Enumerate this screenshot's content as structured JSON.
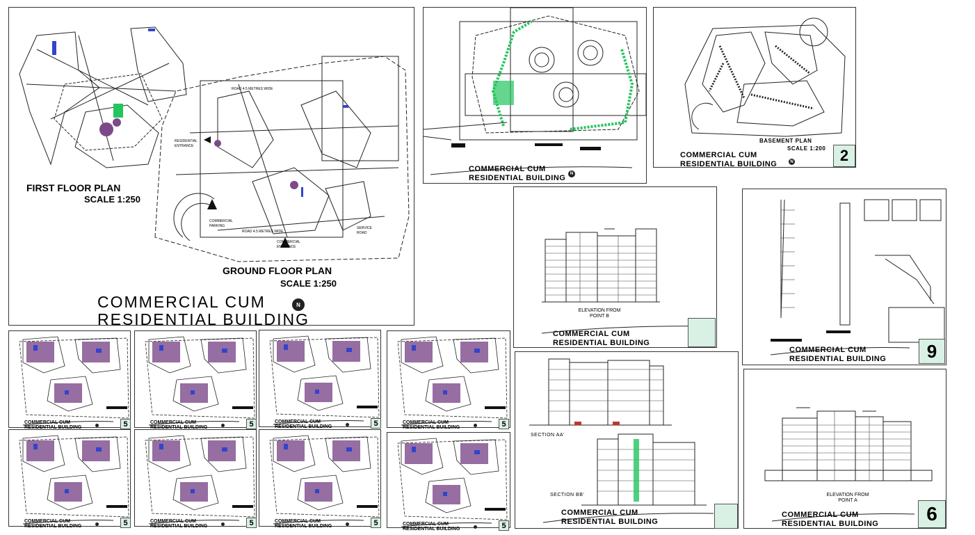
{
  "main_sheet": {
    "first_floor_label": "FIRST FLOOR PLAN",
    "first_floor_scale": "SCALE 1:250",
    "ground_floor_label": "GROUND FLOOR PLAN",
    "ground_floor_scale": "SCALE 1:250",
    "title_line1": "COMMERCIAL CUM",
    "title_line2": "RESIDENTIAL BUILDING"
  },
  "site_sheet": {
    "title_line1": "COMMERCIAL CUM",
    "title_line2": "RESIDENTIAL BUILDING"
  },
  "basement_sheet": {
    "plan_label": "BASEMENT PLAN",
    "scale": "SCALE 1:200",
    "title_line1": "COMMERCIAL CUM",
    "title_line2": "RESIDENTIAL BUILDING",
    "sheet_number": "2"
  },
  "elevation_b_sheet": {
    "caption_line1": "ELEVATION FROM",
    "caption_line2": "POINT B",
    "title_line1": "COMMERCIAL CUM",
    "title_line2": "RESIDENTIAL BUILDING"
  },
  "details_sheet": {
    "title_line1": "COMMERCIAL CUM",
    "title_line2": "RESIDENTIAL BUILDING",
    "sheet_number": "9"
  },
  "section_sheet": {
    "section_aa": "SECTION AA'",
    "section_bb": "SECTION BB'",
    "title_line1": "COMMERCIAL CUM",
    "title_line2": "RESIDENTIAL BUILDING"
  },
  "elevation_a_sheet": {
    "caption_line1": "ELEVATION FROM",
    "caption_line2": "POINT A",
    "title_line1": "COMMERCIAL CUM",
    "title_line2": "RESIDENTIAL BUILDING",
    "sheet_number": "6"
  },
  "floor_sheets": [
    {
      "title_line1": "COMMERCIAL CUM",
      "title_line2": "RESIDENTIAL BUILDING",
      "sheet_number": "5"
    },
    {
      "title_line1": "COMMERCIAL CUM",
      "title_line2": "RESIDENTIAL BUILDING",
      "sheet_number": "5"
    },
    {
      "title_line1": "COMMERCIAL CUM",
      "title_line2": "RESIDENTIAL BUILDING",
      "sheet_number": "5"
    },
    {
      "title_line1": "COMMERCIAL CUM",
      "title_line2": "RESIDENTIAL BUILDING",
      "sheet_number": "5"
    },
    {
      "title_line1": "COMMERCIAL CUM",
      "title_line2": "RESIDENTIAL BUILDING",
      "sheet_number": "5"
    },
    {
      "title_line1": "COMMERCIAL CUM",
      "title_line2": "RESIDENTIAL BUILDING",
      "sheet_number": "5"
    },
    {
      "title_line1": "COMMERCIAL CUM",
      "title_line2": "RESIDENTIAL BUILDING",
      "sheet_number": "5"
    },
    {
      "title_line1": "COMMERCIAL CUM",
      "title_line2": "RESIDENTIAL BUILDING",
      "sheet_number": "5"
    }
  ],
  "colors": {
    "sheet_number_fill": "#d9f1e4",
    "landscape_green": "#22c55e",
    "furniture_purple": "#7c4a8a",
    "furniture_blue": "#3344cc"
  }
}
